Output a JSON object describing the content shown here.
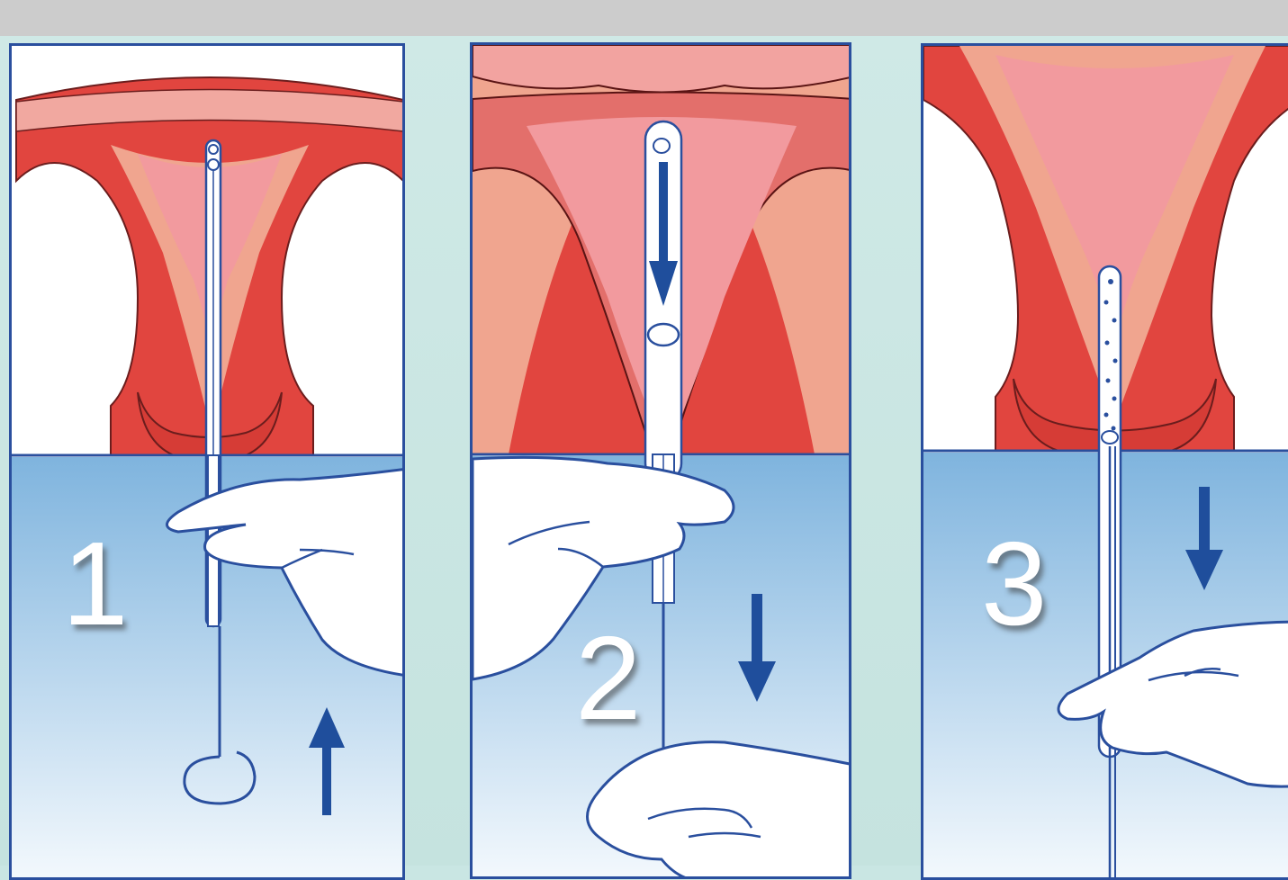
{
  "steps": [
    {
      "number": "1"
    },
    {
      "number": "2"
    },
    {
      "number": "3"
    }
  ],
  "icons": {
    "direction_arrows": [
      "arrow-up-icon",
      "arrow-down-icon",
      "arrow-down-icon",
      "arrow-down-icon"
    ]
  },
  "colors": {
    "frame_border": "#2a4f9e",
    "arrow": "#1f4e9c",
    "tissue_dark": "#e1453f",
    "tissue_light": "#f0a58f",
    "cavity": "#f29a9e",
    "glove_area_top": "#7fb4de",
    "glove_area_bottom": "#f4f9fd",
    "background": "#c9e6e3",
    "top_bar": "#cccccc"
  }
}
